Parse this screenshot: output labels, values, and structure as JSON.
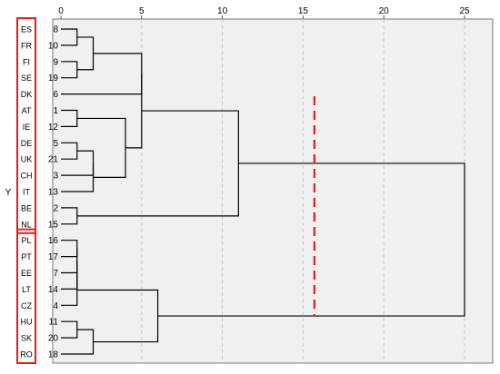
{
  "chart_data": {
    "type": "dendrogram",
    "x_ticks": [
      0,
      5,
      10,
      15,
      20,
      25
    ],
    "xlim": [
      0,
      25
    ],
    "ylabel": "Y",
    "leaf_order": [
      "8",
      "10",
      "9",
      "19",
      "6",
      "1",
      "12",
      "5",
      "21",
      "3",
      "13",
      "2",
      "15",
      "16",
      "17",
      "7",
      "14",
      "4",
      "11",
      "20",
      "18"
    ],
    "country_labels": [
      "ES",
      "FR",
      "FI",
      "SE",
      "DK",
      "AT",
      "IE",
      "DE",
      "UK",
      "CH",
      "IT",
      "BE",
      "NL",
      "PL",
      "PT",
      "EE",
      "LT",
      "CZ",
      "HU",
      "SK",
      "RO"
    ],
    "merges": [
      {
        "children": [
          "8",
          "10"
        ],
        "height": 1.0
      },
      {
        "children": [
          "9",
          "19"
        ],
        "height": 1.0
      },
      {
        "children": [
          "m0",
          "m1"
        ],
        "height": 2.0
      },
      {
        "children": [
          "m2",
          "6"
        ],
        "height": 5.0
      },
      {
        "children": [
          "1",
          "12"
        ],
        "height": 1.0
      },
      {
        "children": [
          "5",
          "21"
        ],
        "height": 1.0
      },
      {
        "children": [
          "m5",
          "3"
        ],
        "height": 2.0
      },
      {
        "children": [
          "m6",
          "13"
        ],
        "height": 2.0
      },
      {
        "children": [
          "m4",
          "m7"
        ],
        "height": 4.0
      },
      {
        "children": [
          "m3",
          "m8"
        ],
        "height": 5.0
      },
      {
        "children": [
          "2",
          "15"
        ],
        "height": 1.0
      },
      {
        "children": [
          "m9",
          "m10"
        ],
        "height": 11.0
      },
      {
        "children": [
          "16",
          "17"
        ],
        "height": 1.0
      },
      {
        "children": [
          "m12",
          "7"
        ],
        "height": 1.0
      },
      {
        "children": [
          "m13",
          "14"
        ],
        "height": 1.0
      },
      {
        "children": [
          "m14",
          "4"
        ],
        "height": 1.0
      },
      {
        "children": [
          "11",
          "20"
        ],
        "height": 1.0
      },
      {
        "children": [
          "m16",
          "18"
        ],
        "height": 2.0
      },
      {
        "children": [
          "m15",
          "m17"
        ],
        "height": 6.0
      },
      {
        "children": [
          "m11",
          "m18"
        ],
        "height": 25.0
      }
    ],
    "cut_line": {
      "value": 15.7,
      "style": "dashed",
      "color": "#e0201c"
    },
    "grid": {
      "vertical": true,
      "style": "dashed"
    },
    "groups": [
      {
        "labels": [
          "ES",
          "FR",
          "FI",
          "SE",
          "DK",
          "AT",
          "IE",
          "DE",
          "UK",
          "CH",
          "IT",
          "BE",
          "NL"
        ],
        "box_color": "#e0201c"
      },
      {
        "labels": [
          "PL",
          "PT",
          "EE",
          "LT",
          "CZ",
          "HU",
          "SK",
          "RO"
        ],
        "box_color": "#e0201c"
      }
    ]
  }
}
